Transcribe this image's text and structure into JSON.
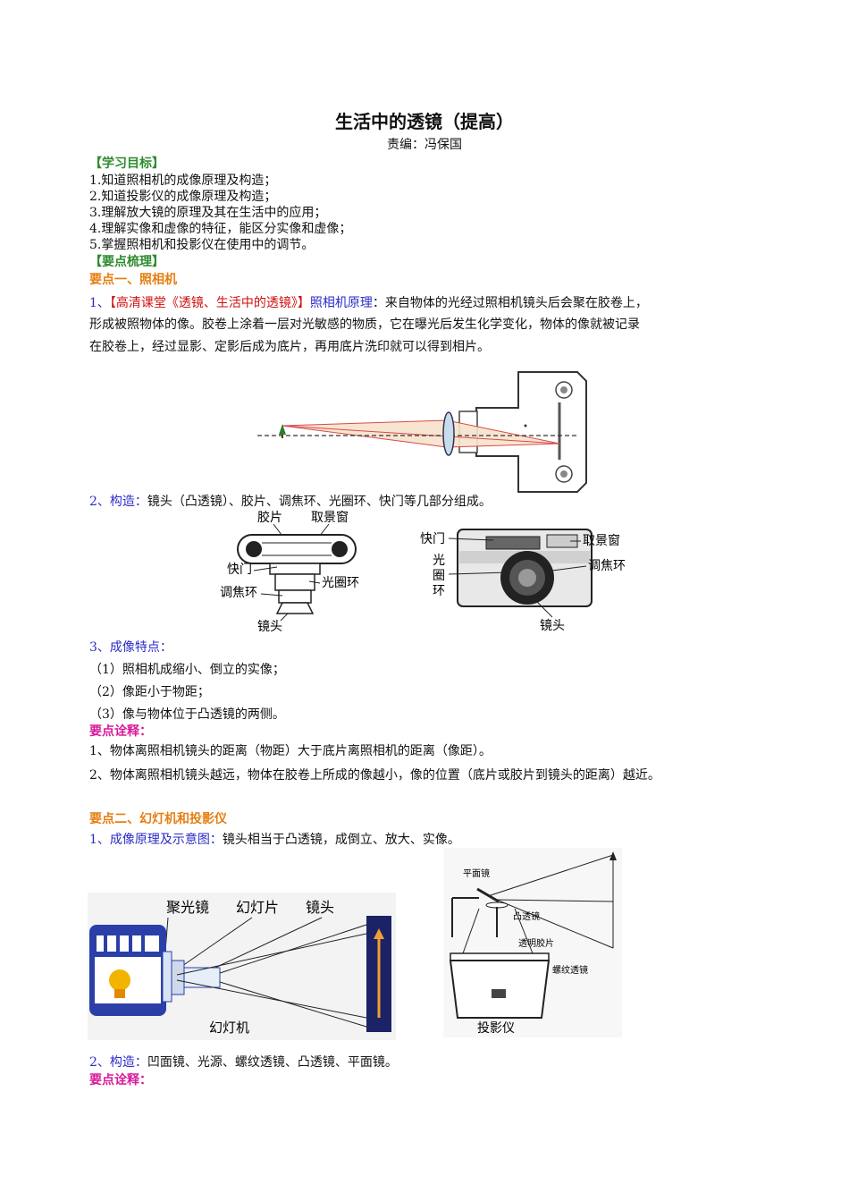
{
  "title": "生活中的透镜（提高）",
  "editor": "责编：冯保国",
  "goals": {
    "heading": "【学习目标】",
    "items": [
      "1.知道照相机的成像原理及构造；",
      "2.知道投影仪的成像原理及构造；",
      "3.理解放大镜的原理及其在生活中的应用；",
      "4.理解实像和虚像的特征，能区分实像和虚像；",
      "5.掌握照相机和投影仪在使用中的调节。"
    ]
  },
  "summary_heading": "【要点梳理】",
  "section1": {
    "heading": "要点一、照相机",
    "p1": {
      "num": "1、",
      "link": "【高清课堂《透镜、生活中的透镜》】",
      "label": "照相机原理",
      "colon": "：",
      "lines": [
        "来自物体的光经过照相机镜头后会聚在胶卷上，",
        "形成被照物体的像。胶卷上涂着一层对光敏感的物质，它在曝光后发生化学变化，物体的像就被记录",
        "在胶卷上，经过显影、定影后成为底片，再用底片洗印就可以得到相片。"
      ]
    },
    "p2": {
      "label": "2、构造：",
      "text": "镜头（凸透镜）、胶片、调焦环、光圈环、快门等几部分组成。"
    },
    "diagram_left": {
      "film": "胶片",
      "viewfinder": "取景窗",
      "shutter": "快门",
      "aperture": "光圈环",
      "focus": "调焦环",
      "lens": "镜头"
    },
    "diagram_right": {
      "shutter": "快门",
      "viewfinder": "取景窗",
      "aperture_1": "光",
      "aperture_2": "圈",
      "aperture_3": "环",
      "focus": "调焦环",
      "lens": "镜头"
    },
    "p3": {
      "label": "3、成像特点：",
      "items": [
        "（1）照相机成缩小、倒立的实像；",
        "（2）像距小于物距；",
        "（3）像与物体位于凸透镜的两侧。"
      ]
    },
    "notes": {
      "heading": "要点诠释：",
      "items": [
        "1、物体离照相机镜头的距离（物距）大于底片离照相机的距离（像距）。",
        "2、物体离照相机镜头越远，物体在胶卷上所成的像越小，像的位置（底片或胶片到镜头的距离）越近。"
      ]
    }
  },
  "section2": {
    "heading": "要点二、幻灯机和投影仪",
    "p1": {
      "label": "1、成像原理及示意图：",
      "text": "镜头相当于凸透镜，成倒立、放大、实像。"
    },
    "slide_projector": {
      "condenser": "聚光镜",
      "slide": "幻灯片",
      "lens": "镜头",
      "caption": "幻灯机"
    },
    "overhead_projector": {
      "mirror": "平面镜",
      "convex": "凸透镜",
      "film": "透明胶片",
      "fresnel": "螺纹透镜",
      "caption": "投影仪"
    },
    "p2": {
      "label": "2、构造：",
      "text": "凹面镜、光源、螺纹透镜、凸透镜、平面镜。"
    },
    "notes_heading": "要点诠释："
  }
}
